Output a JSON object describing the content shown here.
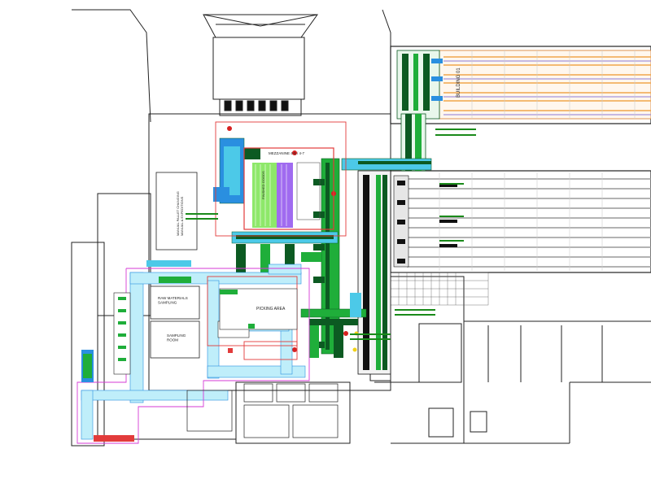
{
  "labels": {
    "picking_area": "PICKING AREA",
    "raw_materials": "RAW MATERIALS\nSAMPLING",
    "sampling_room": "SAMPLING\nROOM",
    "manual_pallet_changing": "MANUAL PALLET CHANGING\nMANUAL & EXPEDITIONS",
    "building": "BUILDING 01",
    "finished_goods": "FINISHED GOODS",
    "mezzanine": "MEZZANINE  4-5 / 4-7"
  },
  "palette": {
    "linework": "#222222",
    "conveyor_green": "#1fae3a",
    "conveyor_dark": "#0c5a22",
    "storage_blue": "#2a8fe0",
    "storage_cyan": "#4cc9e8",
    "aisle_cyan": "#bfeefa",
    "zone_red": "#e23b3b",
    "zone_magenta": "#d63ad6",
    "fill_green": "#8ee86a",
    "fill_purple": "#a06bf0",
    "rack_orange": "#f0a64a",
    "rack_purple": "#8c7bd6"
  },
  "icons": [
    "warehouse-rack",
    "conveyor-belt",
    "forklift-lane"
  ]
}
